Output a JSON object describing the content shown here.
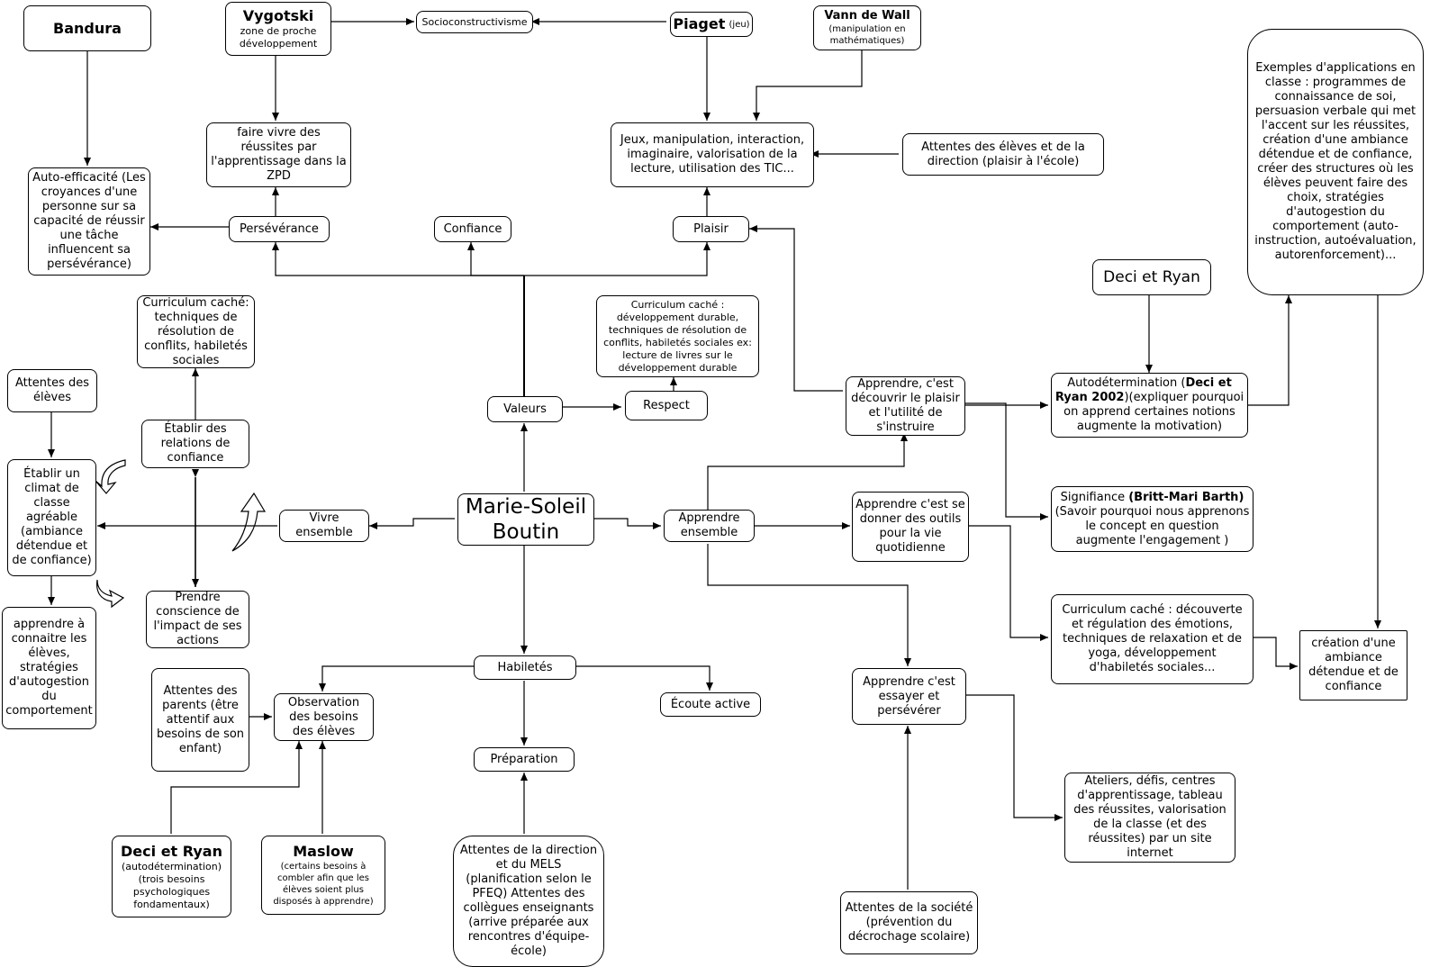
{
  "nodes": {
    "center": "Marie-Soleil Boutin",
    "bandura": "Bandura",
    "vygotski": "Vygotski",
    "vygotski_sub": "zone de proche développement",
    "socio": "Socioconstructivisme",
    "piaget": "Piaget",
    "piaget_sub": "(jeu)",
    "vann": "Vann de Wall",
    "vann_sub": "(manipulation en mathématiques)",
    "autoeff": "Auto-efficacité (Les croyances d'une personne sur sa capacité de réussir une tâche influencent sa persévérance)",
    "faire_vivre": "faire vivre des réussites par l'apprentissage dans la ZPD",
    "jeux": "Jeux, manipulation, interaction, imaginaire, valorisation de la lecture, utilisation des TIC...",
    "attentes_eleves_plaisir": "Attentes des élèves et de la direction (plaisir à l'école)",
    "exemples": "Exemples d'applications en classe : programmes de connaissance de soi, persuasion verbale qui met l'accent sur les réussites, création d'une ambiance détendue et de confiance, créer des structures où les élèves peuvent faire des choix, stratégies d'autogestion du comportement (auto-instruction, autoévaluation, autorenforcement)...",
    "perseverance": "Persévérance",
    "confiance": "Confiance",
    "plaisir": "Plaisir",
    "deci_top": "Deci et Ryan",
    "curr_left": "Curriculum caché: techniques de résolution de conflits, habiletés sociales",
    "curr_mid": "Curriculum caché : développement durable, techniques de résolution de conflits, habiletés sociales ex: lecture de livres sur le développement durable",
    "attentes_eleves_left": "Attentes des élèves",
    "apprendre_plaisir": "Apprendre, c'est découvrir le plaisir et l'utilité de s'instruire",
    "autodet_pre": "Autodétermination (",
    "autodet_bold": "Deci et Ryan 2002",
    "autodet_post": ")(expliquer pourquoi on apprend certaines notions augmente la motivation)",
    "valeurs": "Valeurs",
    "respect": "Respect",
    "etablir_rel": "Établir des relations de confiance",
    "etablir_climat": "Établir un climat de classe agréable (ambiance détendue et de confiance)",
    "vivre": "Vivre ensemble",
    "apprendre_ens": "Apprendre ensemble",
    "outils": "Apprendre c'est se donner des outils pour la vie quotidienne",
    "signif_pre": "Signifiance ",
    "signif_bold": "(Britt-Mari Barth)",
    "signif_post": "(Savoir pourquoi nous apprenons le concept en question augmente l'engagement )",
    "prendre": "Prendre conscience de l'impact de ses actions",
    "apprendre_connaitre": "apprendre à connaitre les élèves, stratégies d'autogestion du comportement",
    "curr_right": "Curriculum caché : découverte et régulation des émotions, techniques de relaxation et de yoga, développement d'habiletés sociales...",
    "creation": "création d'une ambiance détendue et de confiance",
    "habiletes": "Habiletés",
    "ecoute": "Écoute active",
    "attentes_parents": "Attentes des parents (être attentif aux besoins de son enfant)",
    "observation": "Observation des besoins des élèves",
    "essayer": "Apprendre c'est essayer et persévérer",
    "preparation": "Préparation",
    "ateliers": "Ateliers, défis, centres d'apprentissage, tableau des réussites, valorisation de la classe (et des réussites) par un site internet",
    "deci_bot": "Deci et Ryan",
    "deci_bot_sub": "(autodétermination) (trois besoins psychologiques fondamentaux)",
    "maslow": "Maslow",
    "maslow_sub": "(certains besoins à combler afin que les élèves soient plus disposés à apprendre)",
    "attentes_direction": "Attentes de la direction et du MELS (planification selon le PFEQ) Attentes des collègues enseignants (arrive préparée aux rencontres d'équipe-école)",
    "attentes_societe": "Attentes de la société (prévention du décrochage scolaire)"
  }
}
